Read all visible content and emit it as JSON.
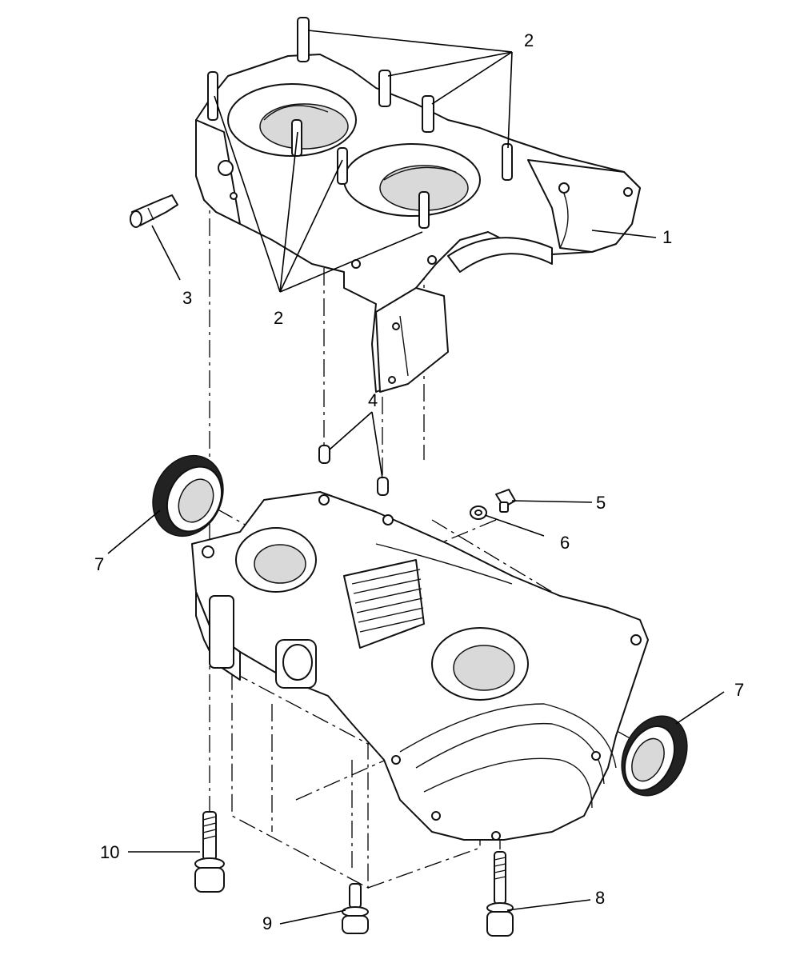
{
  "callouts": {
    "c1": "1",
    "c2a": "2",
    "c2b": "2",
    "c3": "3",
    "c4": "4",
    "c5": "5",
    "c6": "6",
    "c7a": "7",
    "c7b": "7",
    "c8": "8",
    "c9": "9",
    "c10": "10"
  }
}
